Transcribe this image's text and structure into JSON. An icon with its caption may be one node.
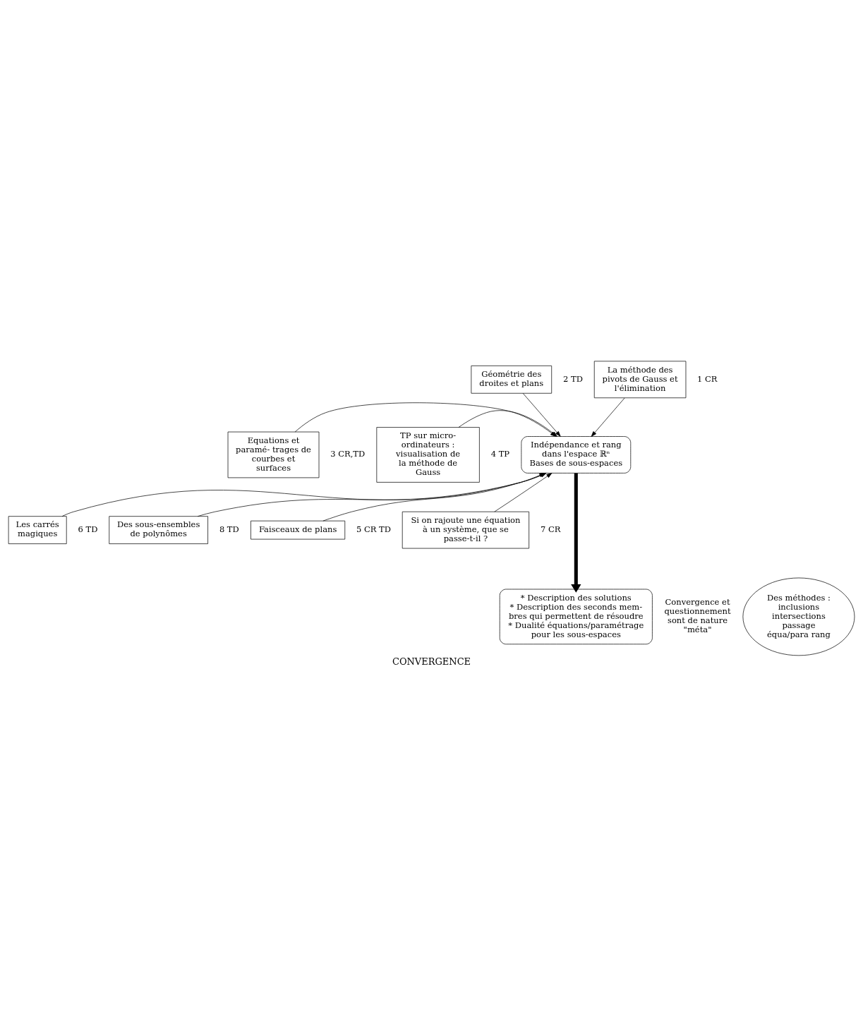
{
  "diagram": {
    "caption": "CONVERGENCE",
    "nodes": [
      {
        "text": [
          "Géométrie des droites et plans"
        ],
        "beside": [
          "2 TD"
        ]
      },
      {
        "text": [
          "La méthode des pivots de Gauss et l'élimination"
        ],
        "beside": [
          "1 CR"
        ]
      },
      {
        "text": [
          "Equations et paramé- trages de courbes et surfaces"
        ],
        "beside": [
          "3 CR,TD"
        ]
      },
      {
        "text": [
          "Indépendance et rang dans l'espace ℝⁿ",
          "Bases de sous-espaces"
        ]
      },
      {
        "text": [
          "TP sur micro- ordinateurs : visualisation de la méthode de Gauss"
        ],
        "beside": [
          "4 TP"
        ]
      },
      {
        "text": [
          "Les carrés magiques"
        ],
        "beside": [
          "6 TD"
        ]
      },
      {
        "text": [
          "Des sous-ensembles de polynômes"
        ],
        "beside": [
          "8 TD"
        ]
      },
      {
        "text": [
          "Faisceaux de plans"
        ],
        "beside": [
          "5 CR TD"
        ]
      },
      {
        "text": [
          "Si on rajoute une équation à un système, que se passe-t-il ?"
        ],
        "beside": [
          "7 CR"
        ]
      },
      {
        "text": [
          "* Description des solutions",
          "* Description des seconds mem- bres qui permettent de résoudre",
          "* Dualité équations/paramétrage pour les sous-espaces"
        ]
      },
      {
        "text": [
          "Des méthodes : inclusions intersections passage équa/para rang"
        ]
      }
    ],
    "edges": [
      {
        "from": 0,
        "to": 3,
        "arrow": "to"
      },
      {
        "from": 1,
        "to": 3,
        "arrow": "to"
      },
      {
        "from": 2,
        "to": 3,
        "arrow": "to"
      },
      {
        "from": 4,
        "to": 3,
        "arrow": "to"
      },
      {
        "from": 5,
        "to": 3,
        "arrow": "to"
      },
      {
        "from": 6,
        "to": 3,
        "arrow": "to"
      },
      {
        "from": 7,
        "to": 3,
        "arrow": "to"
      },
      {
        "from": 8,
        "to": 3,
        "arrow": "to"
      },
      {
        "from": 3,
        "to": 9,
        "arrow": "to",
        "style": "thick"
      }
    ],
    "labels": [
      "Convergence et questionnement sont de nature \"méta\""
    ]
  }
}
